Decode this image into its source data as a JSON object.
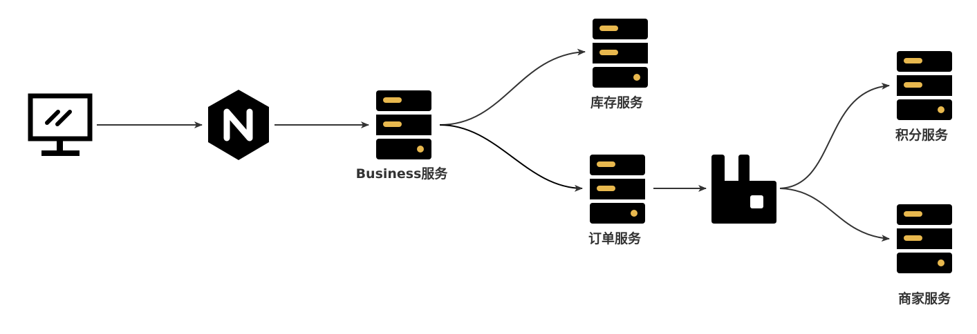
{
  "colors": {
    "icon": "#000000",
    "accent": "#E8B84E",
    "connector": "#333333",
    "label": "#333333",
    "background": "#FFFFFF"
  },
  "nodes": {
    "client": {
      "icon": "monitor-icon"
    },
    "gateway": {
      "icon": "nginx-icon"
    },
    "business": {
      "icon": "server-icon",
      "label": "Business服务"
    },
    "inventory": {
      "icon": "server-icon",
      "label": "库存服务"
    },
    "order": {
      "icon": "server-icon",
      "label": "订单服务"
    },
    "mq": {
      "icon": "rabbitmq-icon"
    },
    "points": {
      "icon": "server-icon",
      "label": "积分服务"
    },
    "merchant": {
      "icon": "server-icon",
      "label": "商家服务"
    }
  },
  "edges": [
    {
      "from": "client",
      "to": "gateway"
    },
    {
      "from": "gateway",
      "to": "business"
    },
    {
      "from": "business",
      "to": "inventory"
    },
    {
      "from": "business",
      "to": "order"
    },
    {
      "from": "order",
      "to": "mq"
    },
    {
      "from": "mq",
      "to": "points"
    },
    {
      "from": "mq",
      "to": "merchant"
    }
  ]
}
